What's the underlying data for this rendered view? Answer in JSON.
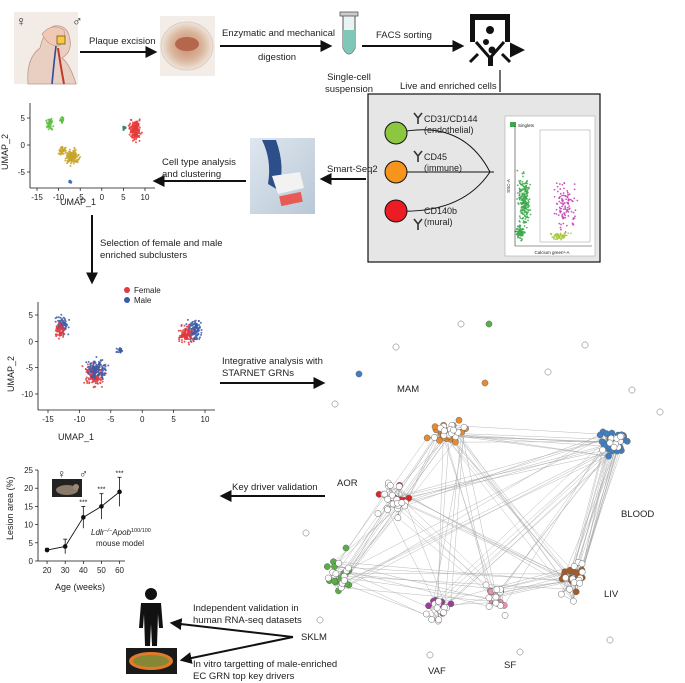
{
  "symbols": {
    "female": "♀",
    "male": "♂"
  },
  "workflow": {
    "plaque_excision": "Plaque excision",
    "digestion_line1": "Enzymatic and mechanical",
    "digestion_line2": "digestion",
    "suspension_line1": "Single-cell",
    "suspension_line2": "suspension",
    "facs": "FACS sorting",
    "live_enriched": "Live and enriched cells",
    "smart_seq": "Smart-Seq2",
    "celltype_line1": "Cell type analysis",
    "celltype_line2": "and clustering",
    "selection_line1": "Selection of female and male",
    "selection_line2": "enriched subclusters",
    "integrative_line1": "Integrative analysis with",
    "integrative_line2": "STARNET GRNs",
    "keydriver": "Key driver validation",
    "indep_line1": "Independent validation in",
    "indep_line2": "human RNA-seq datasets",
    "invitro_line1": "In vitro targetting of male-enriched",
    "invitro_line2": "EC GRN top key drivers"
  },
  "facs_panel": {
    "markers": [
      {
        "line1": "CD31/CD144",
        "line2": "(endothelial)",
        "color": "#8dc63f"
      },
      {
        "line1": "CD45",
        "line2": "(immune)",
        "color": "#f7941d"
      },
      {
        "line1": "CD140b",
        "line2": "(mural)",
        "color": "#ed1c24"
      }
    ],
    "plot": {
      "legend": "Singlets",
      "xlabel": "Calcium green¹-A",
      "ylabel": "SSC-A"
    }
  },
  "umap1": {
    "xlabel": "UMAP_1",
    "ylabel": "UMAP_2",
    "xticks": [
      "-15",
      "-10",
      "-5",
      "0",
      "5",
      "10"
    ],
    "yticks": [
      "5",
      "0",
      "-5"
    ]
  },
  "umap2": {
    "xlabel": "UMAP_1",
    "ylabel": "UMAP_2",
    "xticks": [
      "-15",
      "-10",
      "-5",
      "0",
      "5",
      "10"
    ],
    "yticks": [
      "5",
      "0",
      "-5",
      "-10"
    ],
    "legend": [
      {
        "label": "Female",
        "color": "#e03a3e"
      },
      {
        "label": "Male",
        "color": "#3a5ba9"
      }
    ]
  },
  "chart_data": {
    "type": "line",
    "x": [
      20,
      30,
      40,
      50,
      60
    ],
    "series": [
      {
        "values": [
          3,
          4,
          12,
          15,
          19
        ],
        "errors": [
          0.5,
          2,
          3,
          3.5,
          4
        ]
      }
    ],
    "significance": [
      "",
      "",
      "***",
      "***",
      "***"
    ],
    "xlabel": "Age (weeks)",
    "ylabel": "Lesion area (%)",
    "xticks": [
      "20",
      "30",
      "40",
      "50",
      "60"
    ],
    "yticks": [
      "0",
      "5",
      "10",
      "15",
      "20",
      "25"
    ],
    "xlim": [
      15,
      63
    ],
    "ylim": [
      0,
      25
    ],
    "model_prefix": "Ldlr",
    "model_sup1": "−/−",
    "model_mid": "Apob",
    "model_sup2": "100/100",
    "model_line2": "mouse model"
  },
  "network": {
    "labels": [
      "MAM",
      "AOR",
      "BLOOD",
      "LIV",
      "SKLM",
      "VAF",
      "SF"
    ],
    "colors": {
      "blood": "#3f7fbf",
      "mam": "#e88a2e",
      "aor": "#d9262c",
      "skl": "#5aae47",
      "vaf": "#9c3d9c",
      "sf": "#ef8fb0",
      "liv": "#a85a23",
      "none": "#ffffff"
    }
  }
}
